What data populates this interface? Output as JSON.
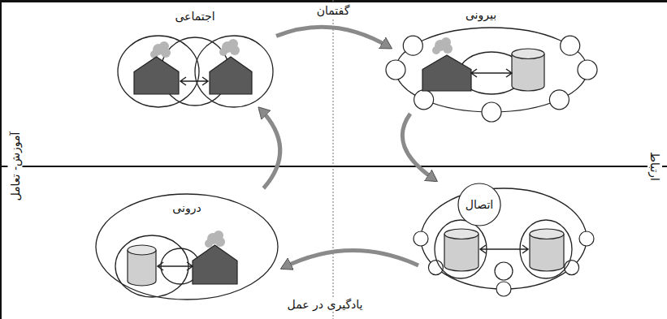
{
  "diagram": {
    "nodes": [
      {
        "text": [
          "اجتماعی"
        ]
      },
      {
        "text": [
          "بیرونی"
        ]
      },
      {
        "text": [
          "درونی"
        ]
      },
      {
        "text": [
          "اتصال"
        ]
      }
    ],
    "edges": [
      {
        "from": 0,
        "to": 1,
        "arrow": "to"
      },
      {
        "from": 1,
        "to": 3,
        "arrow": "to"
      },
      {
        "from": 3,
        "to": 2,
        "arrow": "to"
      },
      {
        "from": 2,
        "to": 0,
        "arrow": "to"
      }
    ],
    "labels": [
      "گفتمان",
      "یادگیری در عمل",
      "ارتباط",
      "آموزش- تعامل"
    ]
  }
}
